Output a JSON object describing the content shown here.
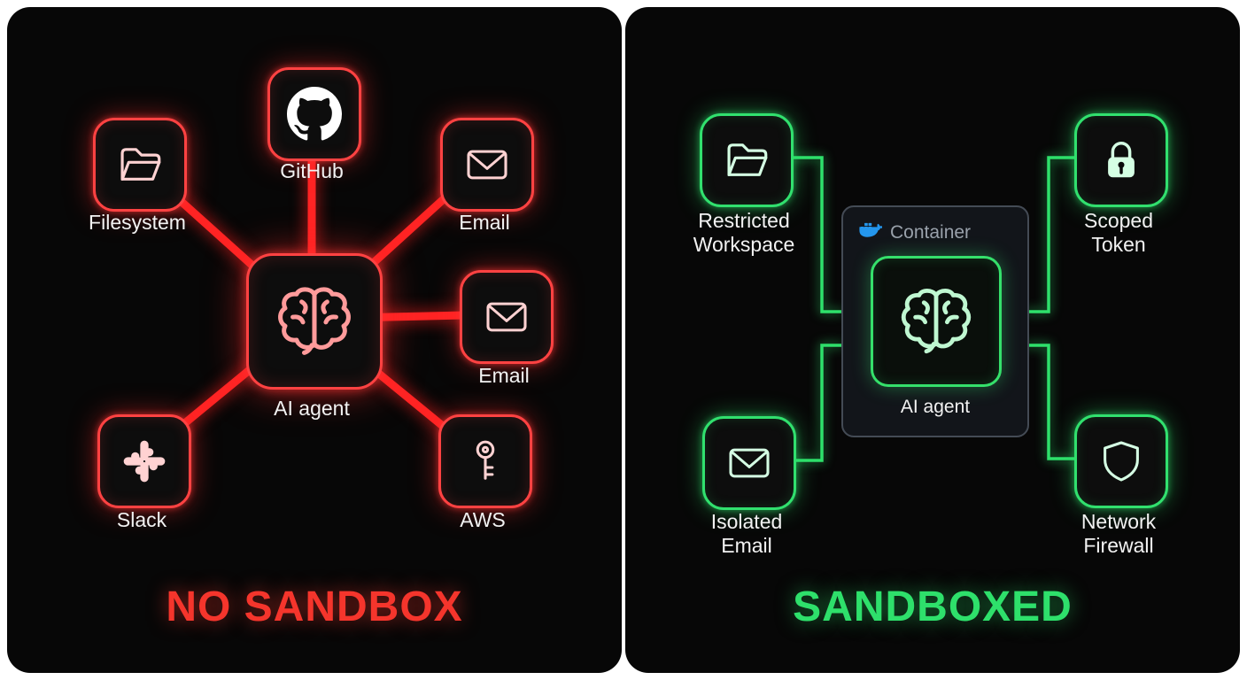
{
  "left_panel": {
    "title": "NO SANDBOX",
    "center_node": {
      "label": "AI agent",
      "icon": "brain-icon"
    },
    "nodes": {
      "filesystem": {
        "label": "Filesystem",
        "icon": "folder-icon"
      },
      "github": {
        "label": "GitHub",
        "icon": "github-icon"
      },
      "email_top": {
        "label": "Email",
        "icon": "envelope-icon"
      },
      "email_right": {
        "label": "Email",
        "icon": "envelope-icon"
      },
      "slack": {
        "label": "Slack",
        "icon": "slack-icon"
      },
      "aws": {
        "label": "AWS",
        "icon": "key-icon"
      }
    },
    "colors": {
      "accent": "#ff3b30",
      "line": "#ff2424",
      "icon": "#ffd2d2"
    }
  },
  "right_panel": {
    "title": "SANDBOXED",
    "container": {
      "label": "Container",
      "icon": "docker-icon"
    },
    "center_node": {
      "label": "AI agent",
      "icon": "brain-icon"
    },
    "nodes": {
      "restricted_workspace": {
        "label": "Restricted Workspace",
        "icon": "folder-icon"
      },
      "scoped_token": {
        "label": "Scoped Token",
        "icon": "lock-icon"
      },
      "isolated_email": {
        "label": "Isolated Email",
        "icon": "envelope-icon"
      },
      "network_firewall": {
        "label": "Network Firewall",
        "icon": "shield-icon"
      }
    },
    "colors": {
      "accent": "#2ee06b",
      "line": "#2ee06b",
      "icon": "#d5ffe4",
      "docker_blue": "#2496ed"
    }
  }
}
